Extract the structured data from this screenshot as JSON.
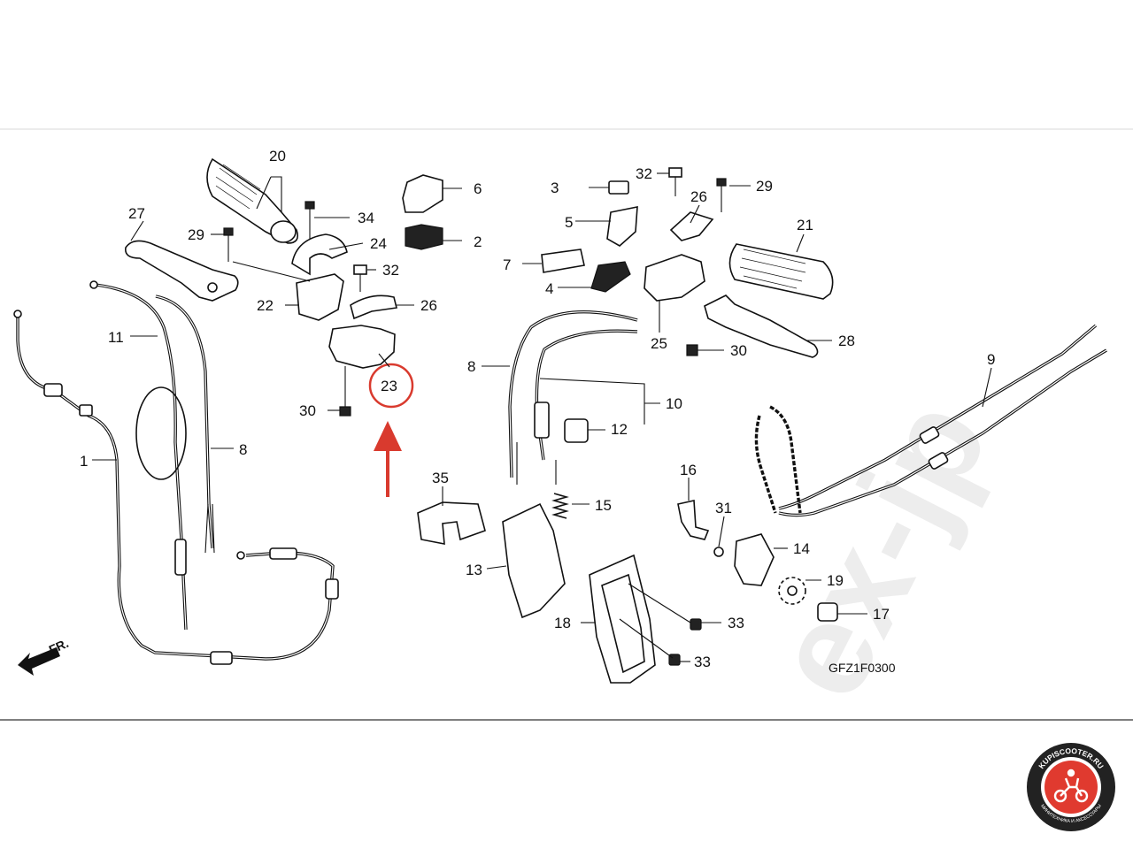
{
  "diagram": {
    "code": "GFZ1F0300",
    "direction_label": "FR.",
    "watermark": "ex-jp",
    "highlighted_part": "23",
    "parts": [
      {
        "id": "p1",
        "label": "1"
      },
      {
        "id": "p2",
        "label": "2"
      },
      {
        "id": "p3",
        "label": "3"
      },
      {
        "id": "p4",
        "label": "4"
      },
      {
        "id": "p5",
        "label": "5"
      },
      {
        "id": "p6",
        "label": "6"
      },
      {
        "id": "p7",
        "label": "7"
      },
      {
        "id": "p8a",
        "label": "8"
      },
      {
        "id": "p8b",
        "label": "8"
      },
      {
        "id": "p9",
        "label": "9"
      },
      {
        "id": "p10",
        "label": "10"
      },
      {
        "id": "p11",
        "label": "11"
      },
      {
        "id": "p12",
        "label": "12"
      },
      {
        "id": "p13",
        "label": "13"
      },
      {
        "id": "p14",
        "label": "14"
      },
      {
        "id": "p15",
        "label": "15"
      },
      {
        "id": "p16",
        "label": "16"
      },
      {
        "id": "p17",
        "label": "17"
      },
      {
        "id": "p18",
        "label": "18"
      },
      {
        "id": "p19",
        "label": "19"
      },
      {
        "id": "p20",
        "label": "20"
      },
      {
        "id": "p21",
        "label": "21"
      },
      {
        "id": "p22",
        "label": "22"
      },
      {
        "id": "p23",
        "label": "23"
      },
      {
        "id": "p24",
        "label": "24"
      },
      {
        "id": "p25",
        "label": "25"
      },
      {
        "id": "p26a",
        "label": "26"
      },
      {
        "id": "p26b",
        "label": "26"
      },
      {
        "id": "p27",
        "label": "27"
      },
      {
        "id": "p28",
        "label": "28"
      },
      {
        "id": "p29a",
        "label": "29"
      },
      {
        "id": "p29b",
        "label": "29"
      },
      {
        "id": "p30a",
        "label": "30"
      },
      {
        "id": "p30b",
        "label": "30"
      },
      {
        "id": "p31",
        "label": "31"
      },
      {
        "id": "p32a",
        "label": "32"
      },
      {
        "id": "p32b",
        "label": "32"
      },
      {
        "id": "p33a",
        "label": "33"
      },
      {
        "id": "p33b",
        "label": "33"
      },
      {
        "id": "p34",
        "label": "34"
      },
      {
        "id": "p35",
        "label": "35"
      }
    ]
  },
  "logo": {
    "top_text": "KUPISCOOTER.RU",
    "bottom_text": "МИНИТЕХНИКА И АКСЕССУАРЫ",
    "icon": "scooter-icon",
    "ring_color": "#222222",
    "accent_color": "#e03a2f"
  },
  "colors": {
    "highlight": "#d93a2e",
    "ink": "#111111"
  }
}
